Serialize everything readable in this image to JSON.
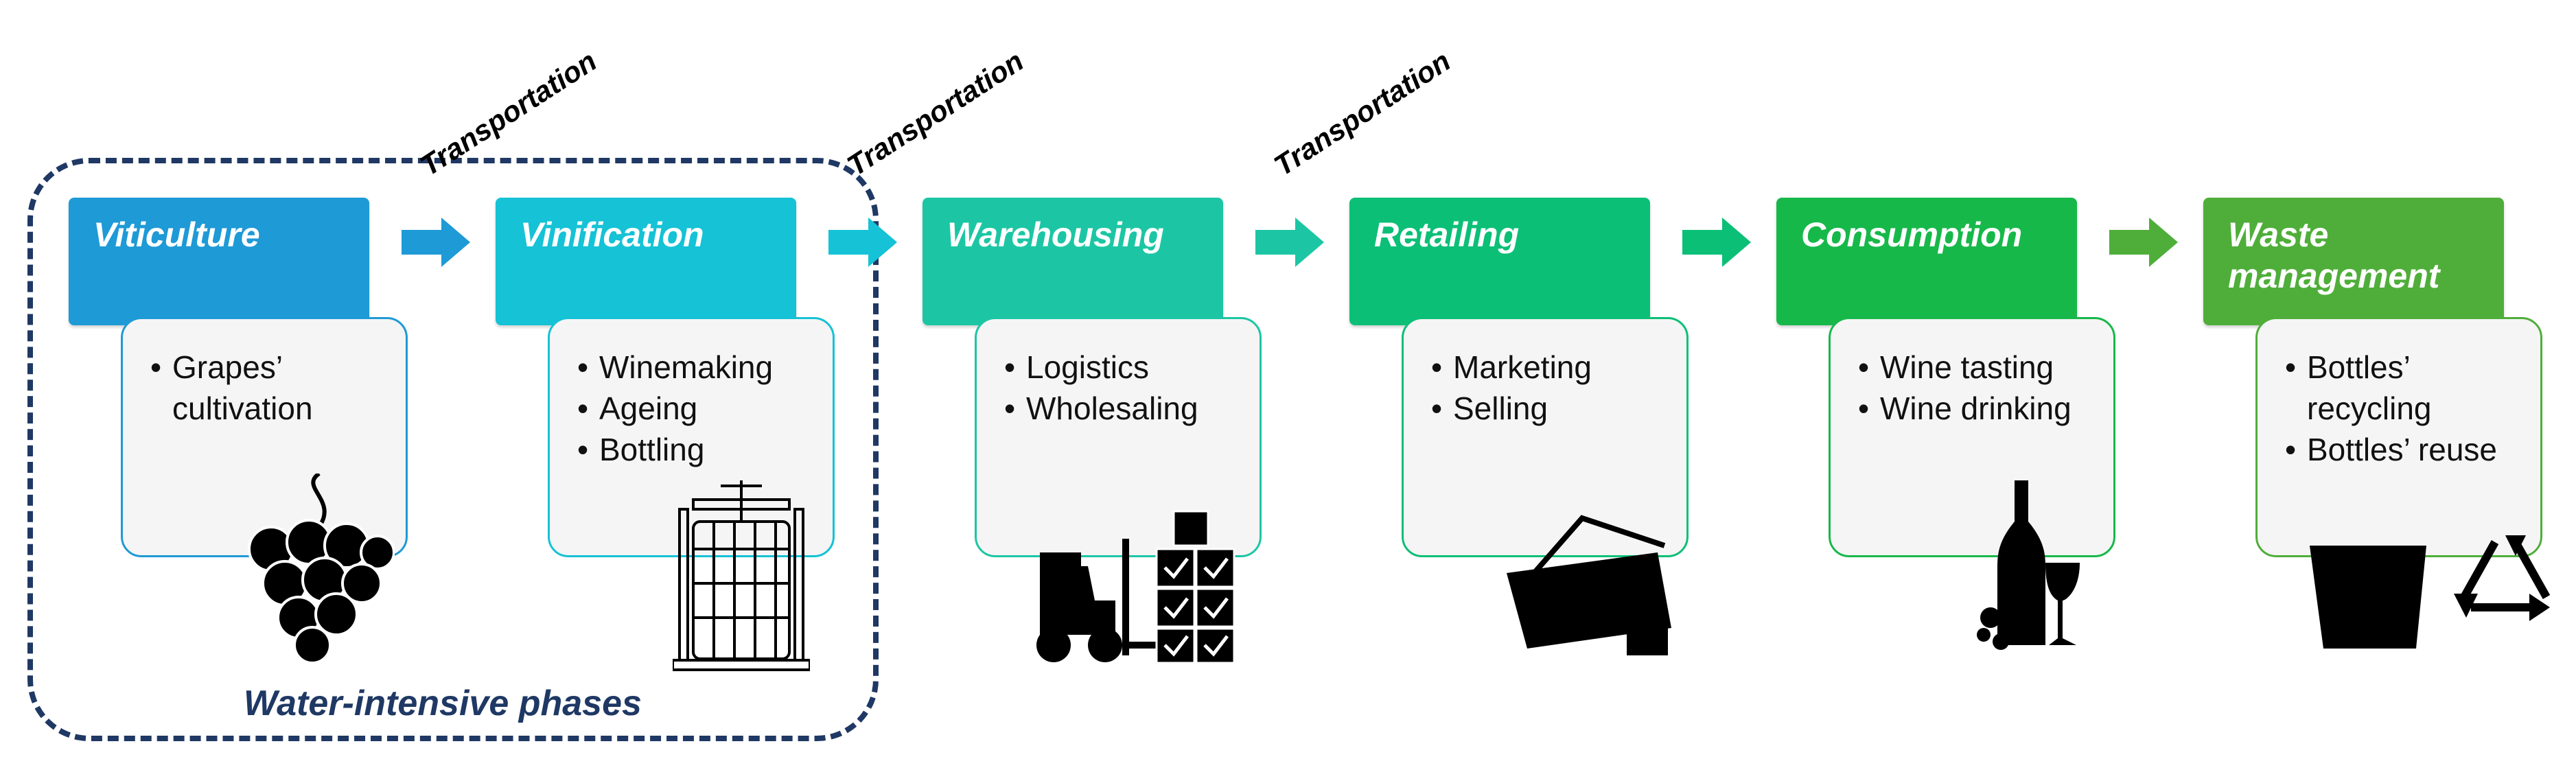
{
  "region": {
    "label": "Water-intensive phases"
  },
  "transport_label": "Transportation",
  "stages": [
    {
      "title": "Viticulture",
      "bullets": [
        "Grapes’ cultivation"
      ],
      "color": "#1e9ad6",
      "border": "#1e9ad6",
      "icon": "grapes-icon"
    },
    {
      "title": "Vinification",
      "bullets": [
        "Winemaking",
        "Ageing",
        "Bottling"
      ],
      "color": "#15c2d6",
      "border": "#15c2d6",
      "icon": "wine-press-icon"
    },
    {
      "title": "Warehousing",
      "bullets": [
        "Logistics",
        "Wholesaling"
      ],
      "color": "#1cc6a4",
      "border": "#1cc6a4",
      "icon": "forklift-icon"
    },
    {
      "title": "Retailing",
      "bullets": [
        "Marketing",
        "Selling"
      ],
      "color": "#0bbf77",
      "border": "#0bbf77",
      "icon": "shopping-basket-icon"
    },
    {
      "title": "Consumption",
      "bullets": [
        "Wine tasting",
        "Wine drinking"
      ],
      "color": "#17b84a",
      "border": "#17b84a",
      "icon": "wine-bottle-icon"
    },
    {
      "title": "Waste management",
      "bullets": [
        "Bottles’ recycling",
        "Bottles’ reuse"
      ],
      "color": "#4fae3a",
      "border": "#4fae3a",
      "icon": "recycling-icon"
    }
  ]
}
